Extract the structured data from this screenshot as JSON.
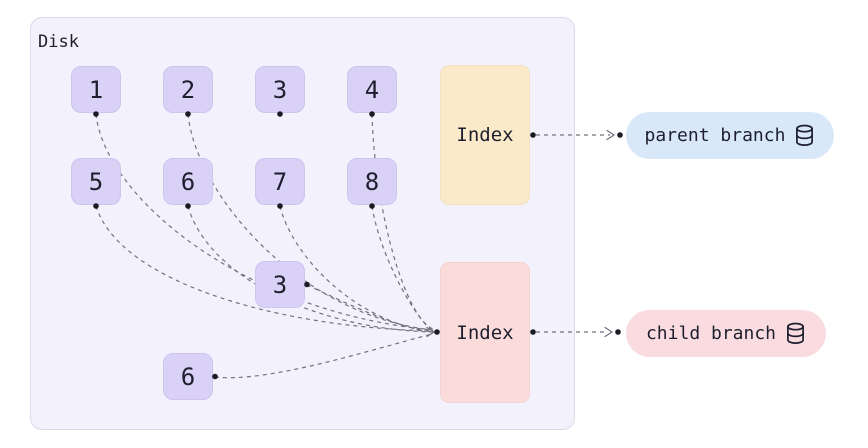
{
  "disk": {
    "label": "Disk"
  },
  "pages": {
    "row1": [
      "1",
      "2",
      "3",
      "4"
    ],
    "row2": [
      "5",
      "6",
      "7",
      "8"
    ],
    "new_page_3": "3",
    "new_page_6": "6"
  },
  "parent_index": {
    "label": "Index"
  },
  "child_index": {
    "label": "Index"
  },
  "branches": {
    "parent": {
      "label": "parent branch"
    },
    "child": {
      "label": "child branch"
    }
  },
  "icons": {
    "parent_branch": "database-icon",
    "child_branch": "database-icon"
  },
  "colors": {
    "page_fill": "#d9d2f6",
    "page_border": "#cdc4ef",
    "disk_fill": "#f3f1fb",
    "disk_border": "#dcdae8",
    "parent_index_fill": "#fbeaca",
    "child_index_fill": "#fbdcda",
    "parent_branch_fill": "#d9e8f8",
    "child_branch_fill": "#fadce0",
    "line_color": "#72727f",
    "dot_color": "#1b1b24",
    "text_color": "#1d1f2e"
  }
}
